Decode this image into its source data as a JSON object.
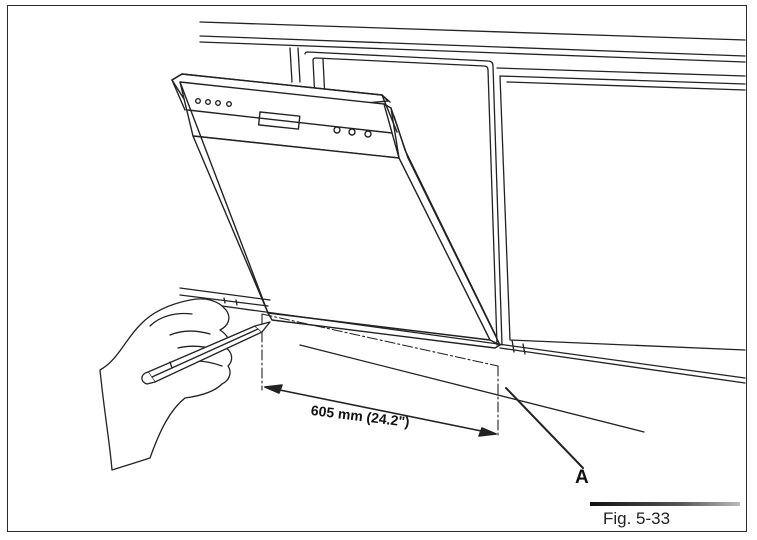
{
  "figure": {
    "dimension_label": "605 mm (24.2\")",
    "callout": "A",
    "caption": "Fig. 5-33"
  },
  "icons": [
    "dishwasher-illustration",
    "hand-with-pencil",
    "dimension-arrow",
    "callout-leader"
  ]
}
